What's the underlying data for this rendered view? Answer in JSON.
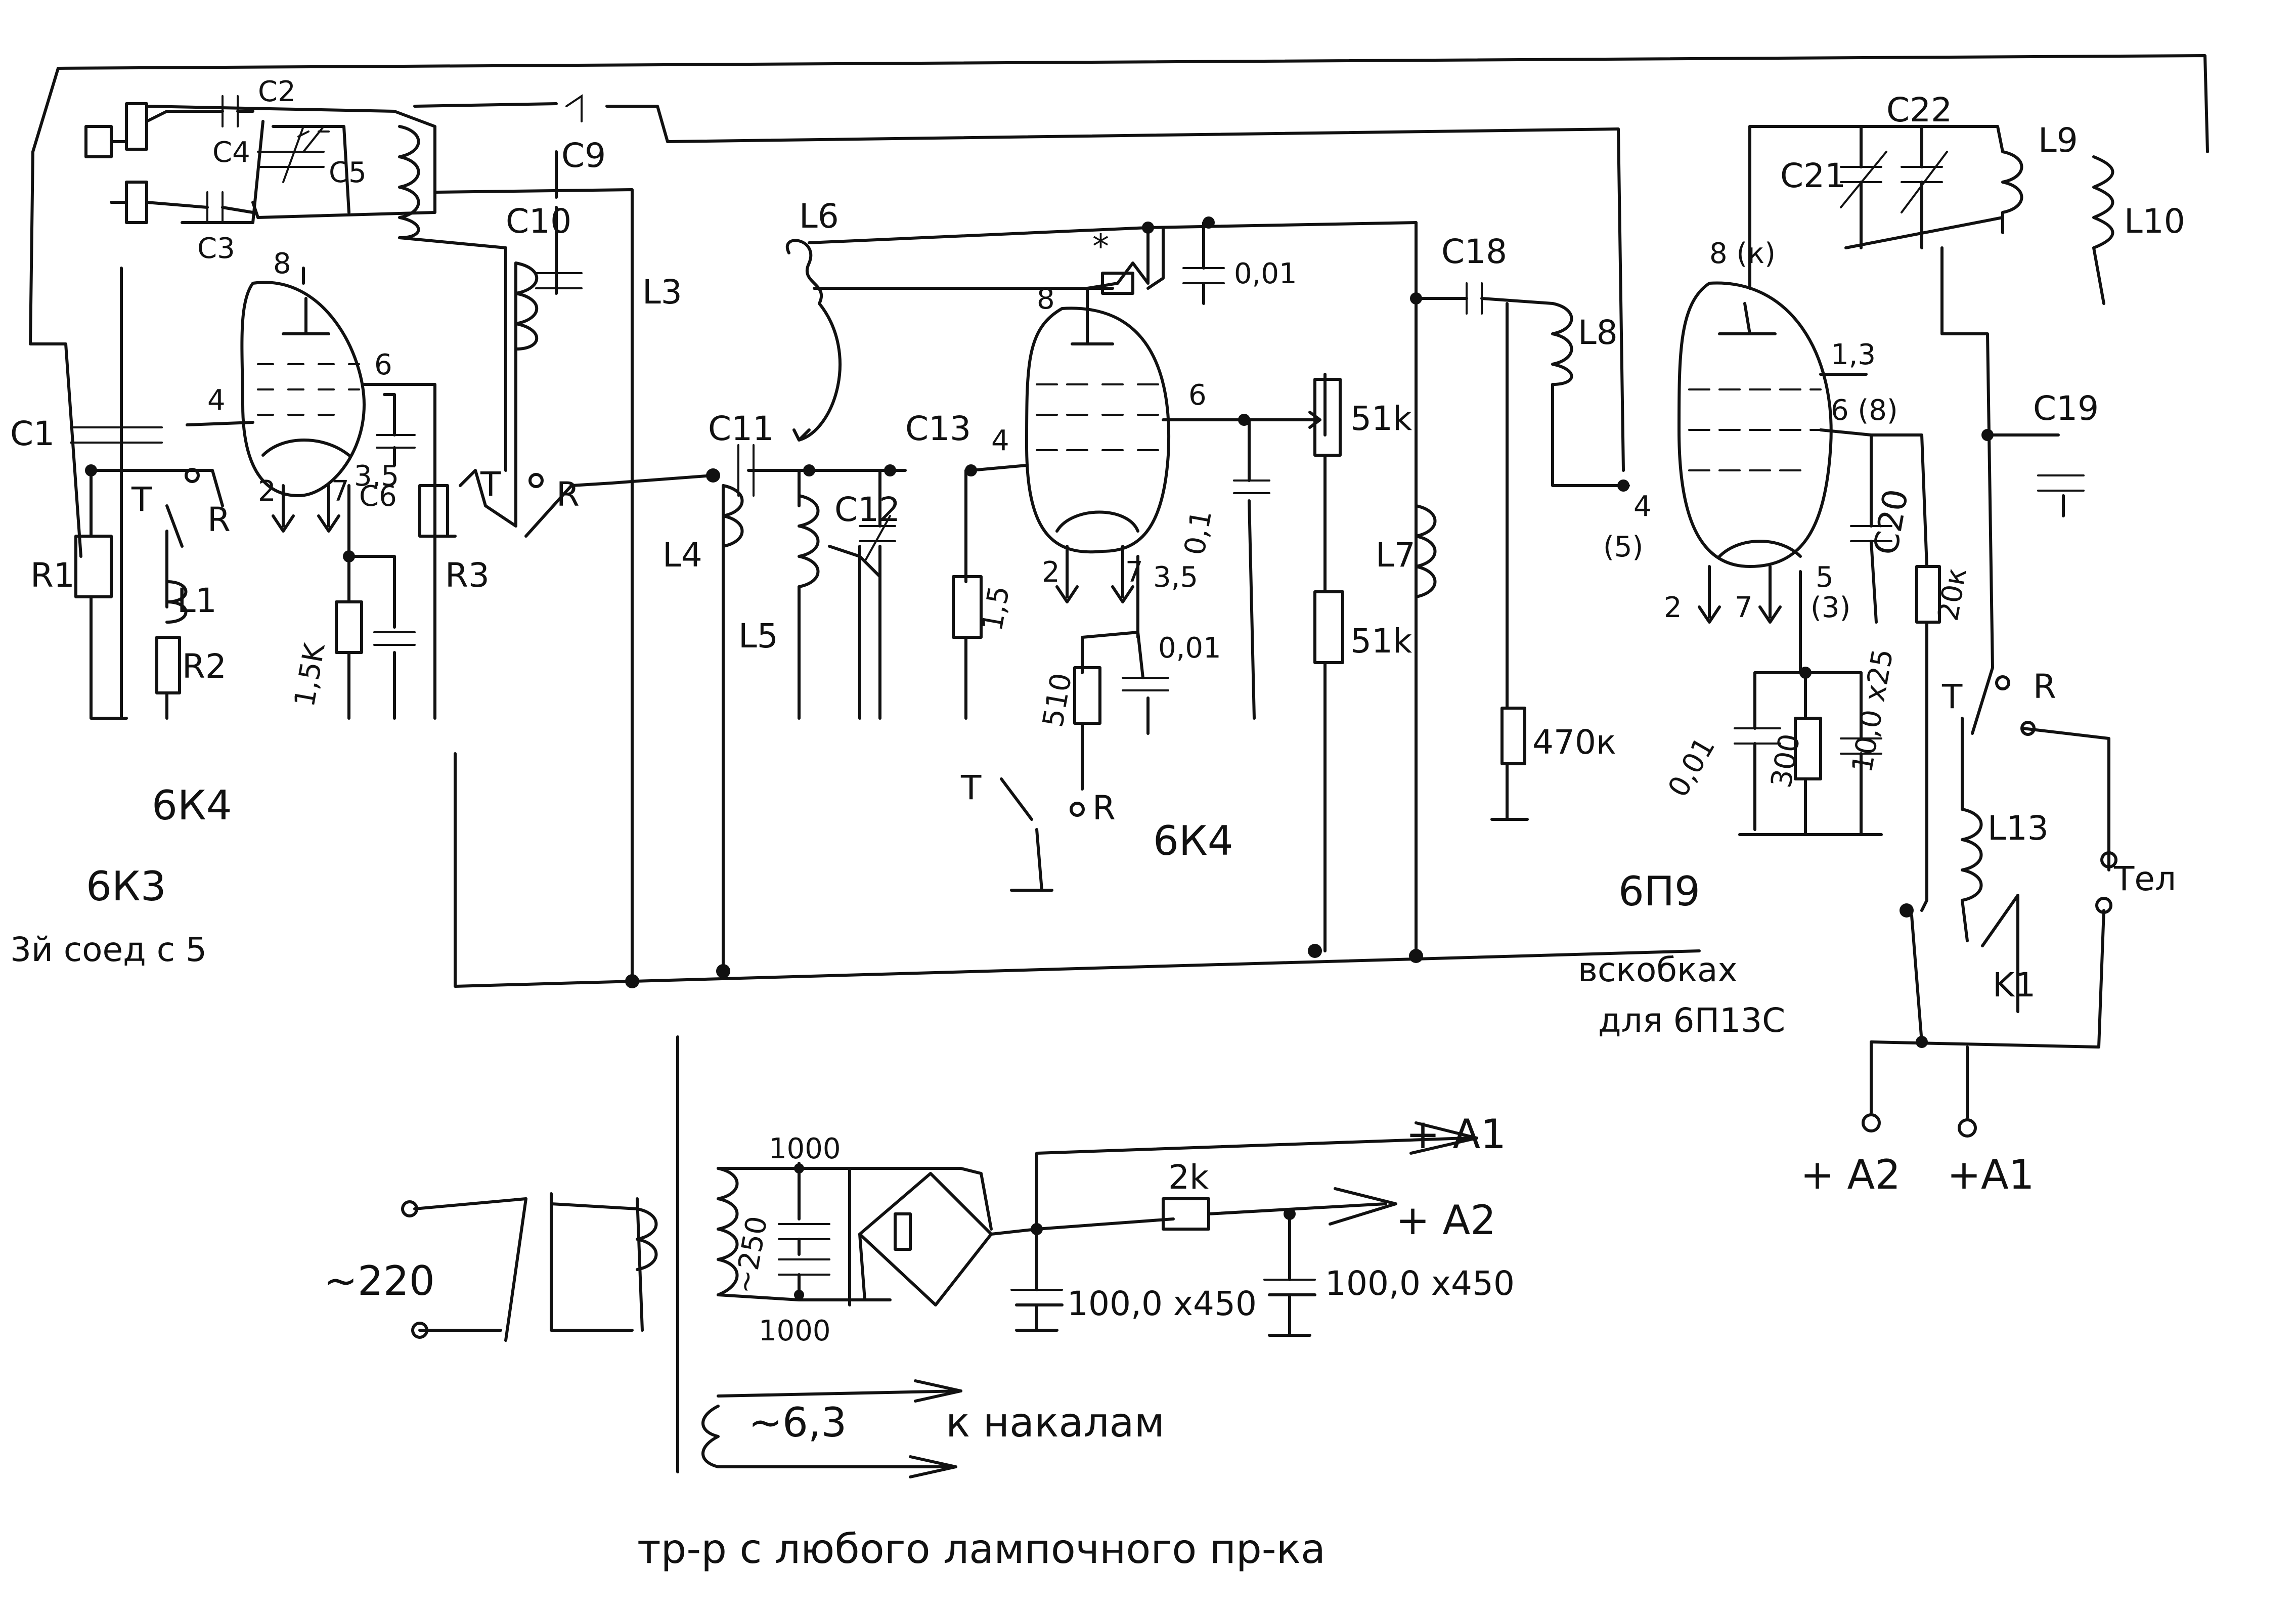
{
  "labels": {
    "c1": "C1",
    "c2": "C2",
    "c3": "C3",
    "c4": "C4",
    "c5": "C5",
    "c6": "C6",
    "c9": "C9",
    "c10": "C10",
    "c11": "C11",
    "c12": "C12",
    "c13": "C13",
    "c18": "C18",
    "c19": "C19",
    "c20": "C20",
    "c21": "C21",
    "c22": "C22",
    "r1": "R1",
    "r2": "R2",
    "r3": "R3",
    "l1": "L1",
    "l3": "L3",
    "l4": "L4",
    "l5": "L5",
    "l6": "L6",
    "l7": "L7",
    "l8": "L8",
    "l9": "L9",
    "l10": "L10",
    "l13": "L13",
    "k1": "K1",
    "t": "T",
    "r": "R",
    "star": "*",
    "tel": "Тел",
    "p8": "8",
    "p6": "6",
    "p4": "4",
    "p2": "2",
    "p7": "7",
    "p35": "3,5",
    "p8k": "8 (к)",
    "p13": "1,3",
    "p6b": "6 (8)",
    "p4b": "4",
    "p5b": "(5)",
    "p53": "5",
    "p3b": "(3)",
    "v001a": "0,01",
    "v01": "0,1",
    "v001b": "0,01",
    "v15k": "1,5K",
    "v15": "1,5",
    "v510": "510",
    "v51ka": "51k",
    "v51kb": "51k",
    "v470k": "470к",
    "v20k": "20к",
    "v300": "300",
    "v001c": "0,01",
    "v100x25": "10,0 х25",
    "tube1": "6К4",
    "tube1b": "6К3",
    "note1": "3й соед с 5",
    "tube2": "6К4",
    "tube3": "6П9",
    "note2a": "вскобках",
    "note2b": "для 6П13С",
    "a2": "+ A2",
    "a1": "+A1",
    "mains": "~220",
    "c1000a": "1000",
    "c1000b": "1000",
    "sec": "~250",
    "r2k": "2k",
    "outa1": "+ A1",
    "outa2": "+ A2",
    "cap1": "100,0 х450",
    "cap2": "100,0 х450",
    "heater": "~6,3",
    "heater_note": "к накалам",
    "footer": "тр-р с любого лампочного пр-ка"
  }
}
